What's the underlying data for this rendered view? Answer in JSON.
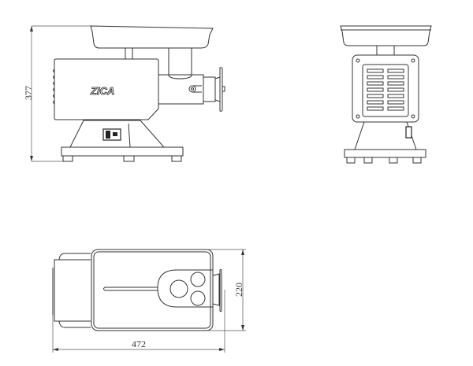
{
  "drawing": {
    "brand_logo": "ZICA",
    "dimensions": {
      "height": "377",
      "width": "220",
      "length": "472"
    },
    "line_color": "#333333",
    "background_color": "#ffffff"
  }
}
